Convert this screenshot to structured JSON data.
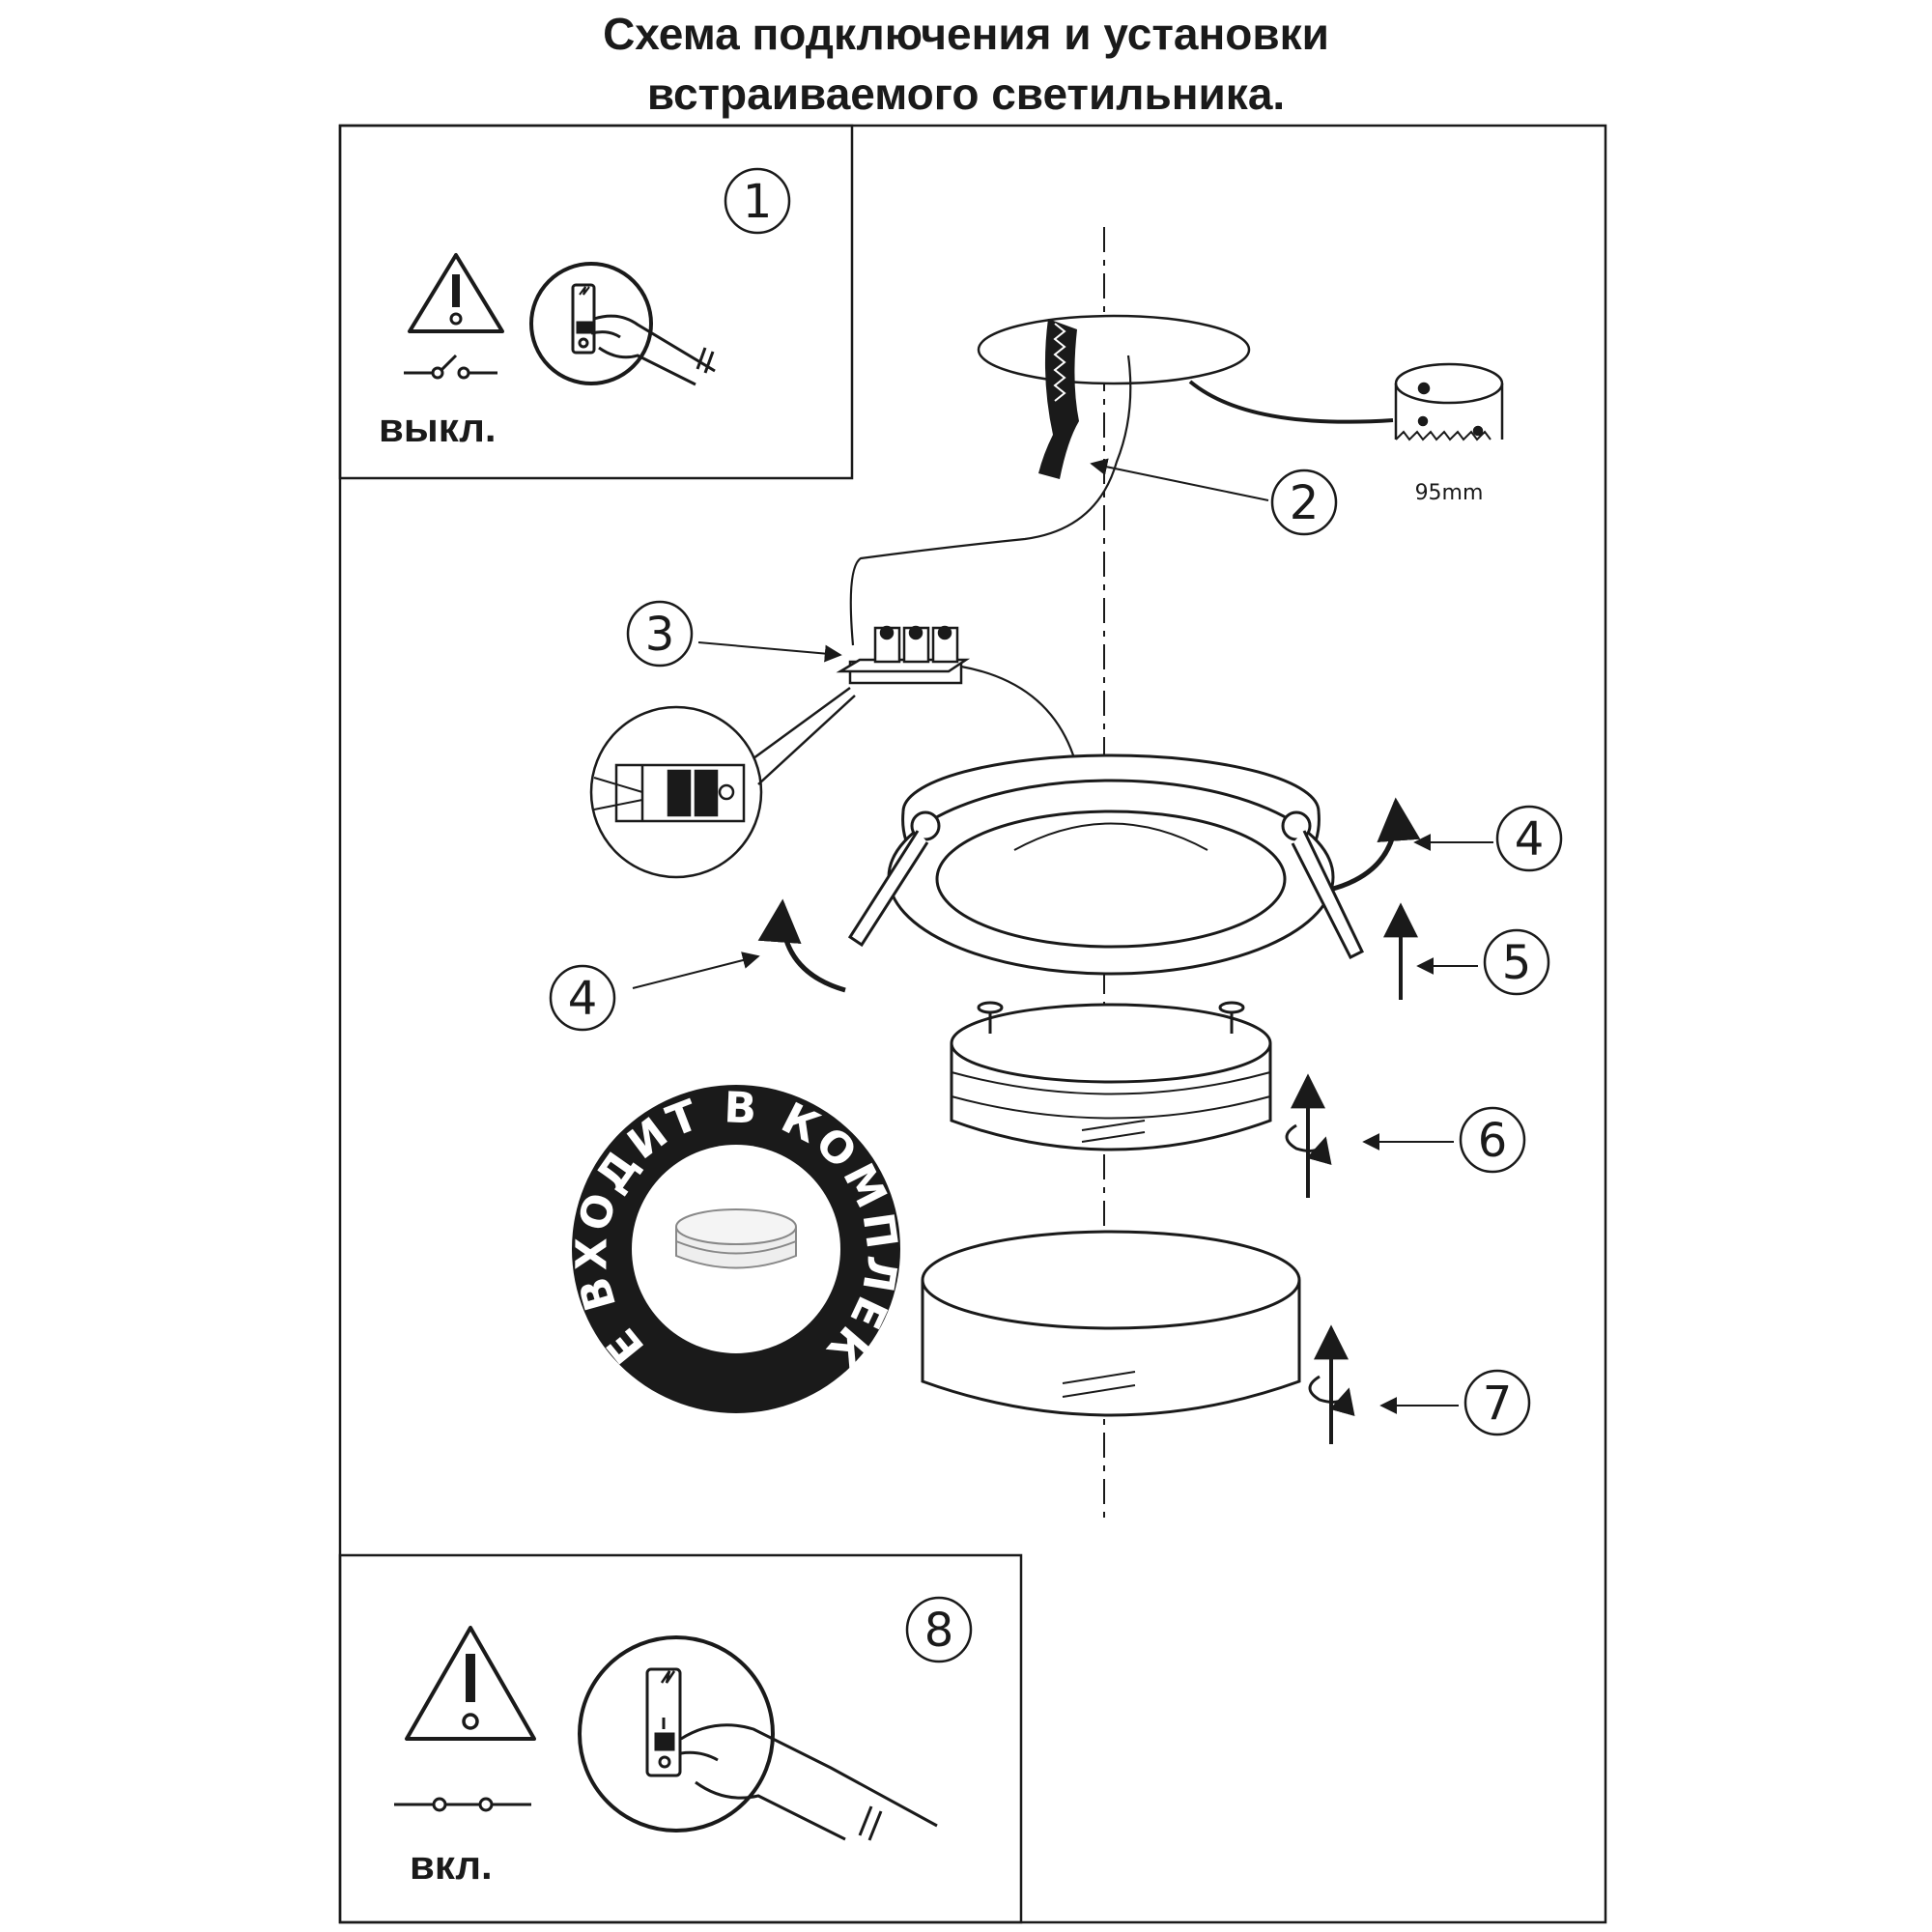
{
  "title": {
    "line1": "Схема подключения и установки",
    "line2": "встраиваемого светильника."
  },
  "steps": [
    {
      "id": "step-1",
      "number": "1"
    },
    {
      "id": "step-2",
      "number": "2"
    },
    {
      "id": "step-3",
      "number": "3"
    },
    {
      "id": "step-4a",
      "number": "4"
    },
    {
      "id": "step-4b",
      "number": "4"
    },
    {
      "id": "step-5",
      "number": "5"
    },
    {
      "id": "step-6",
      "number": "6"
    },
    {
      "id": "step-7",
      "number": "7"
    },
    {
      "id": "step-8",
      "number": "8"
    }
  ],
  "panel_off": {
    "switch_label": "выкл.",
    "icons": [
      "warning-icon",
      "switch-open-icon",
      "hand-switch-off-icon"
    ]
  },
  "panel_on": {
    "switch_label": "вкл.",
    "icons": [
      "warning-icon",
      "switch-closed-icon",
      "hand-switch-on-icon"
    ]
  },
  "hole_saw": {
    "diameter_label": "95mm"
  },
  "lamp_badge": {
    "text": "НЕ ВХОДИТ В КОМПЛЕКТ"
  },
  "colors": {
    "line": "#1a1a1a",
    "background": "#ffffff"
  }
}
